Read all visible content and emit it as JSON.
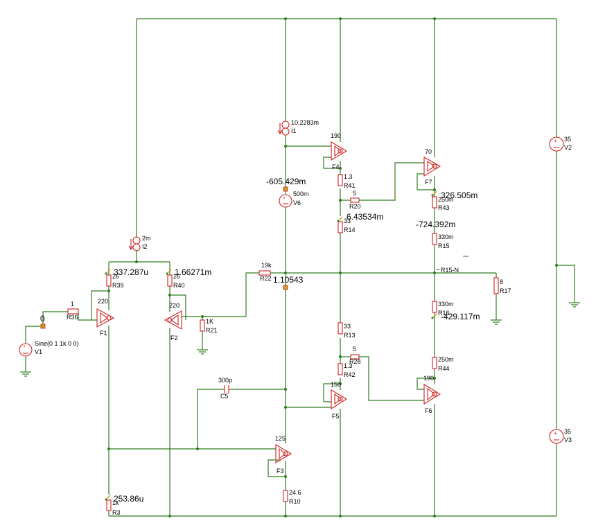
{
  "labels": {
    "v1_name": "V1",
    "v1_value": "Sine(0 1 1k 0 0)",
    "v2_name": "V2",
    "v2_value": "35",
    "v3_name": "V3",
    "v3_value": "35",
    "v6_name": "V6",
    "v6_value": "500m",
    "i1_name": "I1",
    "i1_value": "10.2283m",
    "i2_name": "I2",
    "i2_value": "2m",
    "r36_name": "R36",
    "r36_value": "1",
    "r39_name": "R39",
    "r39_value": "26",
    "r40_name": "R40",
    "r40_value": "26",
    "r21_name": "R21",
    "r21_value": "1K",
    "r22_name": "R22",
    "r22_value": "19k",
    "r3_name": "R3",
    "r3_value": "1k",
    "r10_name": "R10",
    "r10_value": "24.6",
    "r41_name": "R41",
    "r41_value": "1.3",
    "r20_name": "R20",
    "r20_value": "5",
    "r14_name": "R14",
    "r14_value": "33",
    "r13_name": "R13",
    "r13_value": "33",
    "r28_name": "R28",
    "r28_value": "5",
    "r42_name": "R42",
    "r42_value": "1.3",
    "r43_name": "R43",
    "r43_value": "250m",
    "r15_name": "R15",
    "r15_value": "330m",
    "r16_name": "R16",
    "r16_value": "330m",
    "r44_name": "R44",
    "r44_value": "250m",
    "r17_name": "R17",
    "r17_value": "8",
    "c5_name": "C5",
    "c5_value": "300p",
    "f1_name": "F1",
    "f1_value": "220",
    "f2_name": "F2",
    "f2_value": "220",
    "f3_name": "F3",
    "f3_value": "125",
    "f4_name": "F4",
    "f4_value": "190",
    "f5_name": "F5",
    "f5_value": "150",
    "f6_name": "F6",
    "f6_value": "190",
    "f7_name": "F7",
    "f7_value": "70",
    "net_r15n": "R15-N"
  },
  "probes": {
    "p_in": "0",
    "p_r39": "337.287u",
    "p_r40": "1.66271m",
    "p_v6": "-605.429m",
    "p_out": "1.10543",
    "p_r14": "6.43534m",
    "p_f7": "326.505m",
    "p_r43": "-724.392m",
    "p_r16": "-429.117m",
    "p_r3": "253.86u"
  }
}
